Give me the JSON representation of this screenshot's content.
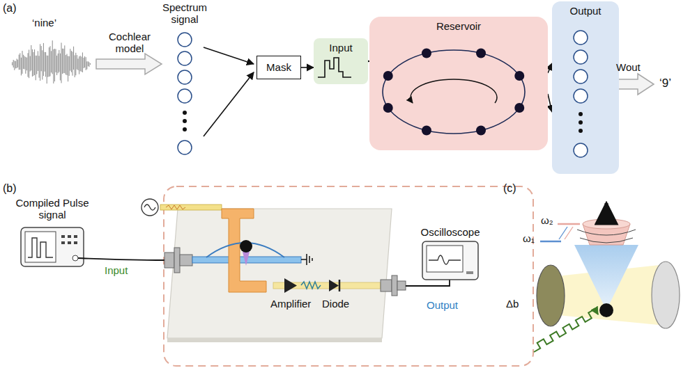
{
  "diagram": {
    "nodes": [
      {
        "text": [
          "Mask"
        ]
      },
      {
        "text": [
          "Input"
        ]
      },
      {
        "text": [
          "Reservoir"
        ]
      },
      {
        "text": [
          "Output"
        ]
      }
    ],
    "edges": [
      {
        "from": 0,
        "to": 1,
        "arrow": "to"
      },
      {
        "from": 1,
        "to": 2,
        "arrow": "to"
      },
      {
        "from": 2,
        "to": 3,
        "arrow": "to"
      },
      {
        "from": 2,
        "to": 3,
        "arrow": "to"
      }
    ],
    "labels": [
      "(a)",
      "‘nine’",
      "Cochlear model",
      "Spectrum signal",
      "‘9’",
      "Wout",
      "(b)",
      "Compiled Pulse signal",
      "Input",
      "Amplifier",
      "Diode",
      "Oscilloscope",
      "Output",
      "(c)",
      "ω₂",
      "ω₁",
      "Δb"
    ]
  }
}
